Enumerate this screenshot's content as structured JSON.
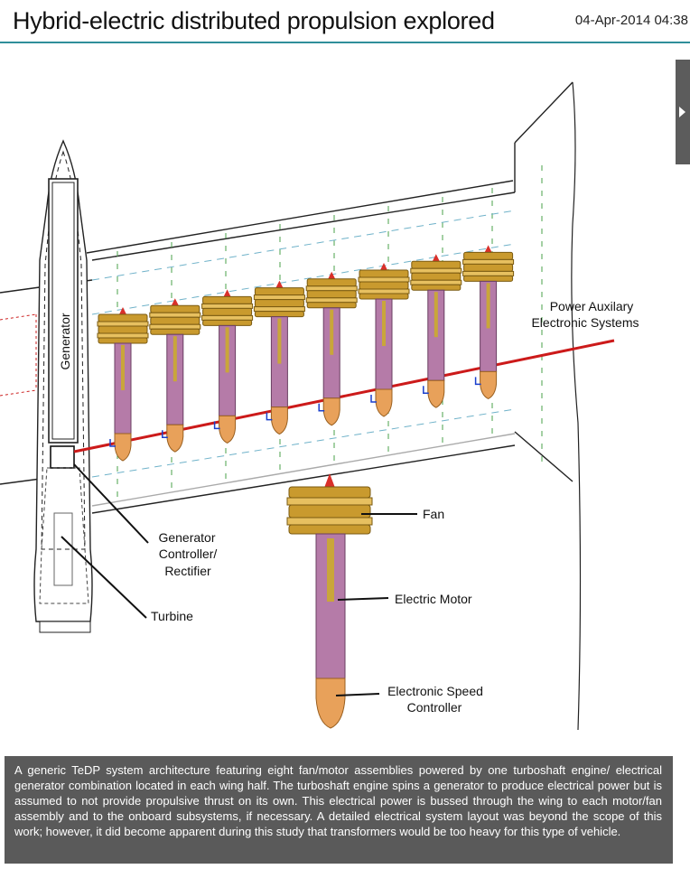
{
  "article": {
    "title": "Hybrid-electric distributed propulsion explored",
    "date": "04-Apr-2014 04:38"
  },
  "diagram": {
    "labels": {
      "generator": "Generator",
      "power_aux_line1": "Power Auxilary",
      "power_aux_line2": "Electronic Systems",
      "gen_ctrl_line1": "Generator",
      "gen_ctrl_line2": "Controller/",
      "gen_ctrl_line3": "Rectifier",
      "turbine": "Turbine",
      "fan": "Fan",
      "electric_motor": "Electric Motor",
      "esc_line1": "Electronic Speed",
      "esc_line2": "Controller"
    },
    "assembly_count": 8,
    "colors": {
      "fan_gold": "#c99a2e",
      "motor_purple": "#b57ba8",
      "controller_orange": "#e8a15a",
      "bus_red": "#cc1a1a"
    }
  },
  "caption": {
    "text": "A generic TeDP system architecture featuring eight fan/motor assemblies powered by one turboshaft engine/ electrical generator combination located in each wing half. The turboshaft engine spins a generator to produce electrical power but is assumed to not provide propulsive thrust on its own. This electrical power is bussed through the wing to each motor/fan assembly and to the onboard subsystems, if necessary. A detailed electrical system layout was beyond the scope of this work; however, it did become apparent during this study that transformers would be too heavy for this type of vehicle."
  }
}
